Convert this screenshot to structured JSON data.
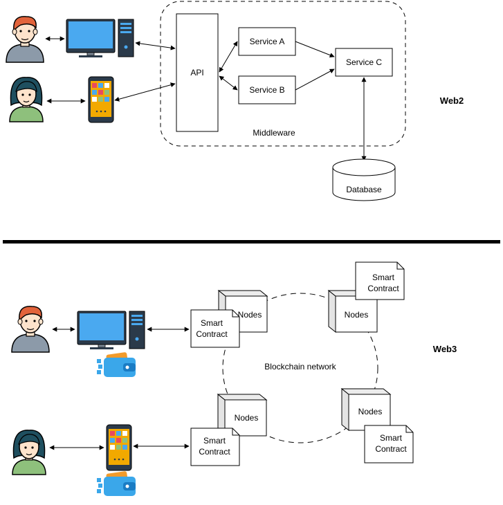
{
  "web2": {
    "section_label": "Web2",
    "api_label": "API",
    "service_a_label": "Service A",
    "service_b_label": "Service B",
    "service_c_label": "Service C",
    "middleware_label": "Middleware",
    "database_label": "Database"
  },
  "web3": {
    "section_label": "Web3",
    "network_label": "Blockchain network",
    "nodes_label": "Nodes",
    "smart_contract_line1": "Smart",
    "smart_contract_line2": "Contract"
  },
  "colors": {
    "skin": "#fde3cc",
    "male_hair": "#e2633b",
    "female_hair": "#1f4f5f",
    "male_shirt": "#8c9aa9",
    "female_shirt": "#8ec07c",
    "monitor_screen": "#4aa9f0",
    "phone_screen": "#f2a900",
    "wallet_blue": "#3aa7ea",
    "divider": "#000000"
  },
  "icons": [
    "person-male-icon",
    "person-female-icon",
    "desktop-computer-icon",
    "smartphone-icon",
    "wallet-icon",
    "database-icon",
    "document-icon",
    "node-cube-icon"
  ]
}
